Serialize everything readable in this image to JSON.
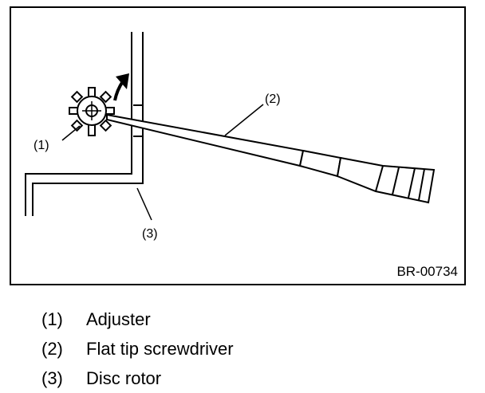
{
  "figure": {
    "code": "BR-00734",
    "callouts": [
      "(1)",
      "(2)",
      "(3)"
    ]
  },
  "legend": [
    {
      "num": "(1)",
      "label": "Adjuster"
    },
    {
      "num": "(2)",
      "label": "Flat tip screwdriver"
    },
    {
      "num": "(3)",
      "label": "Disc rotor"
    }
  ]
}
